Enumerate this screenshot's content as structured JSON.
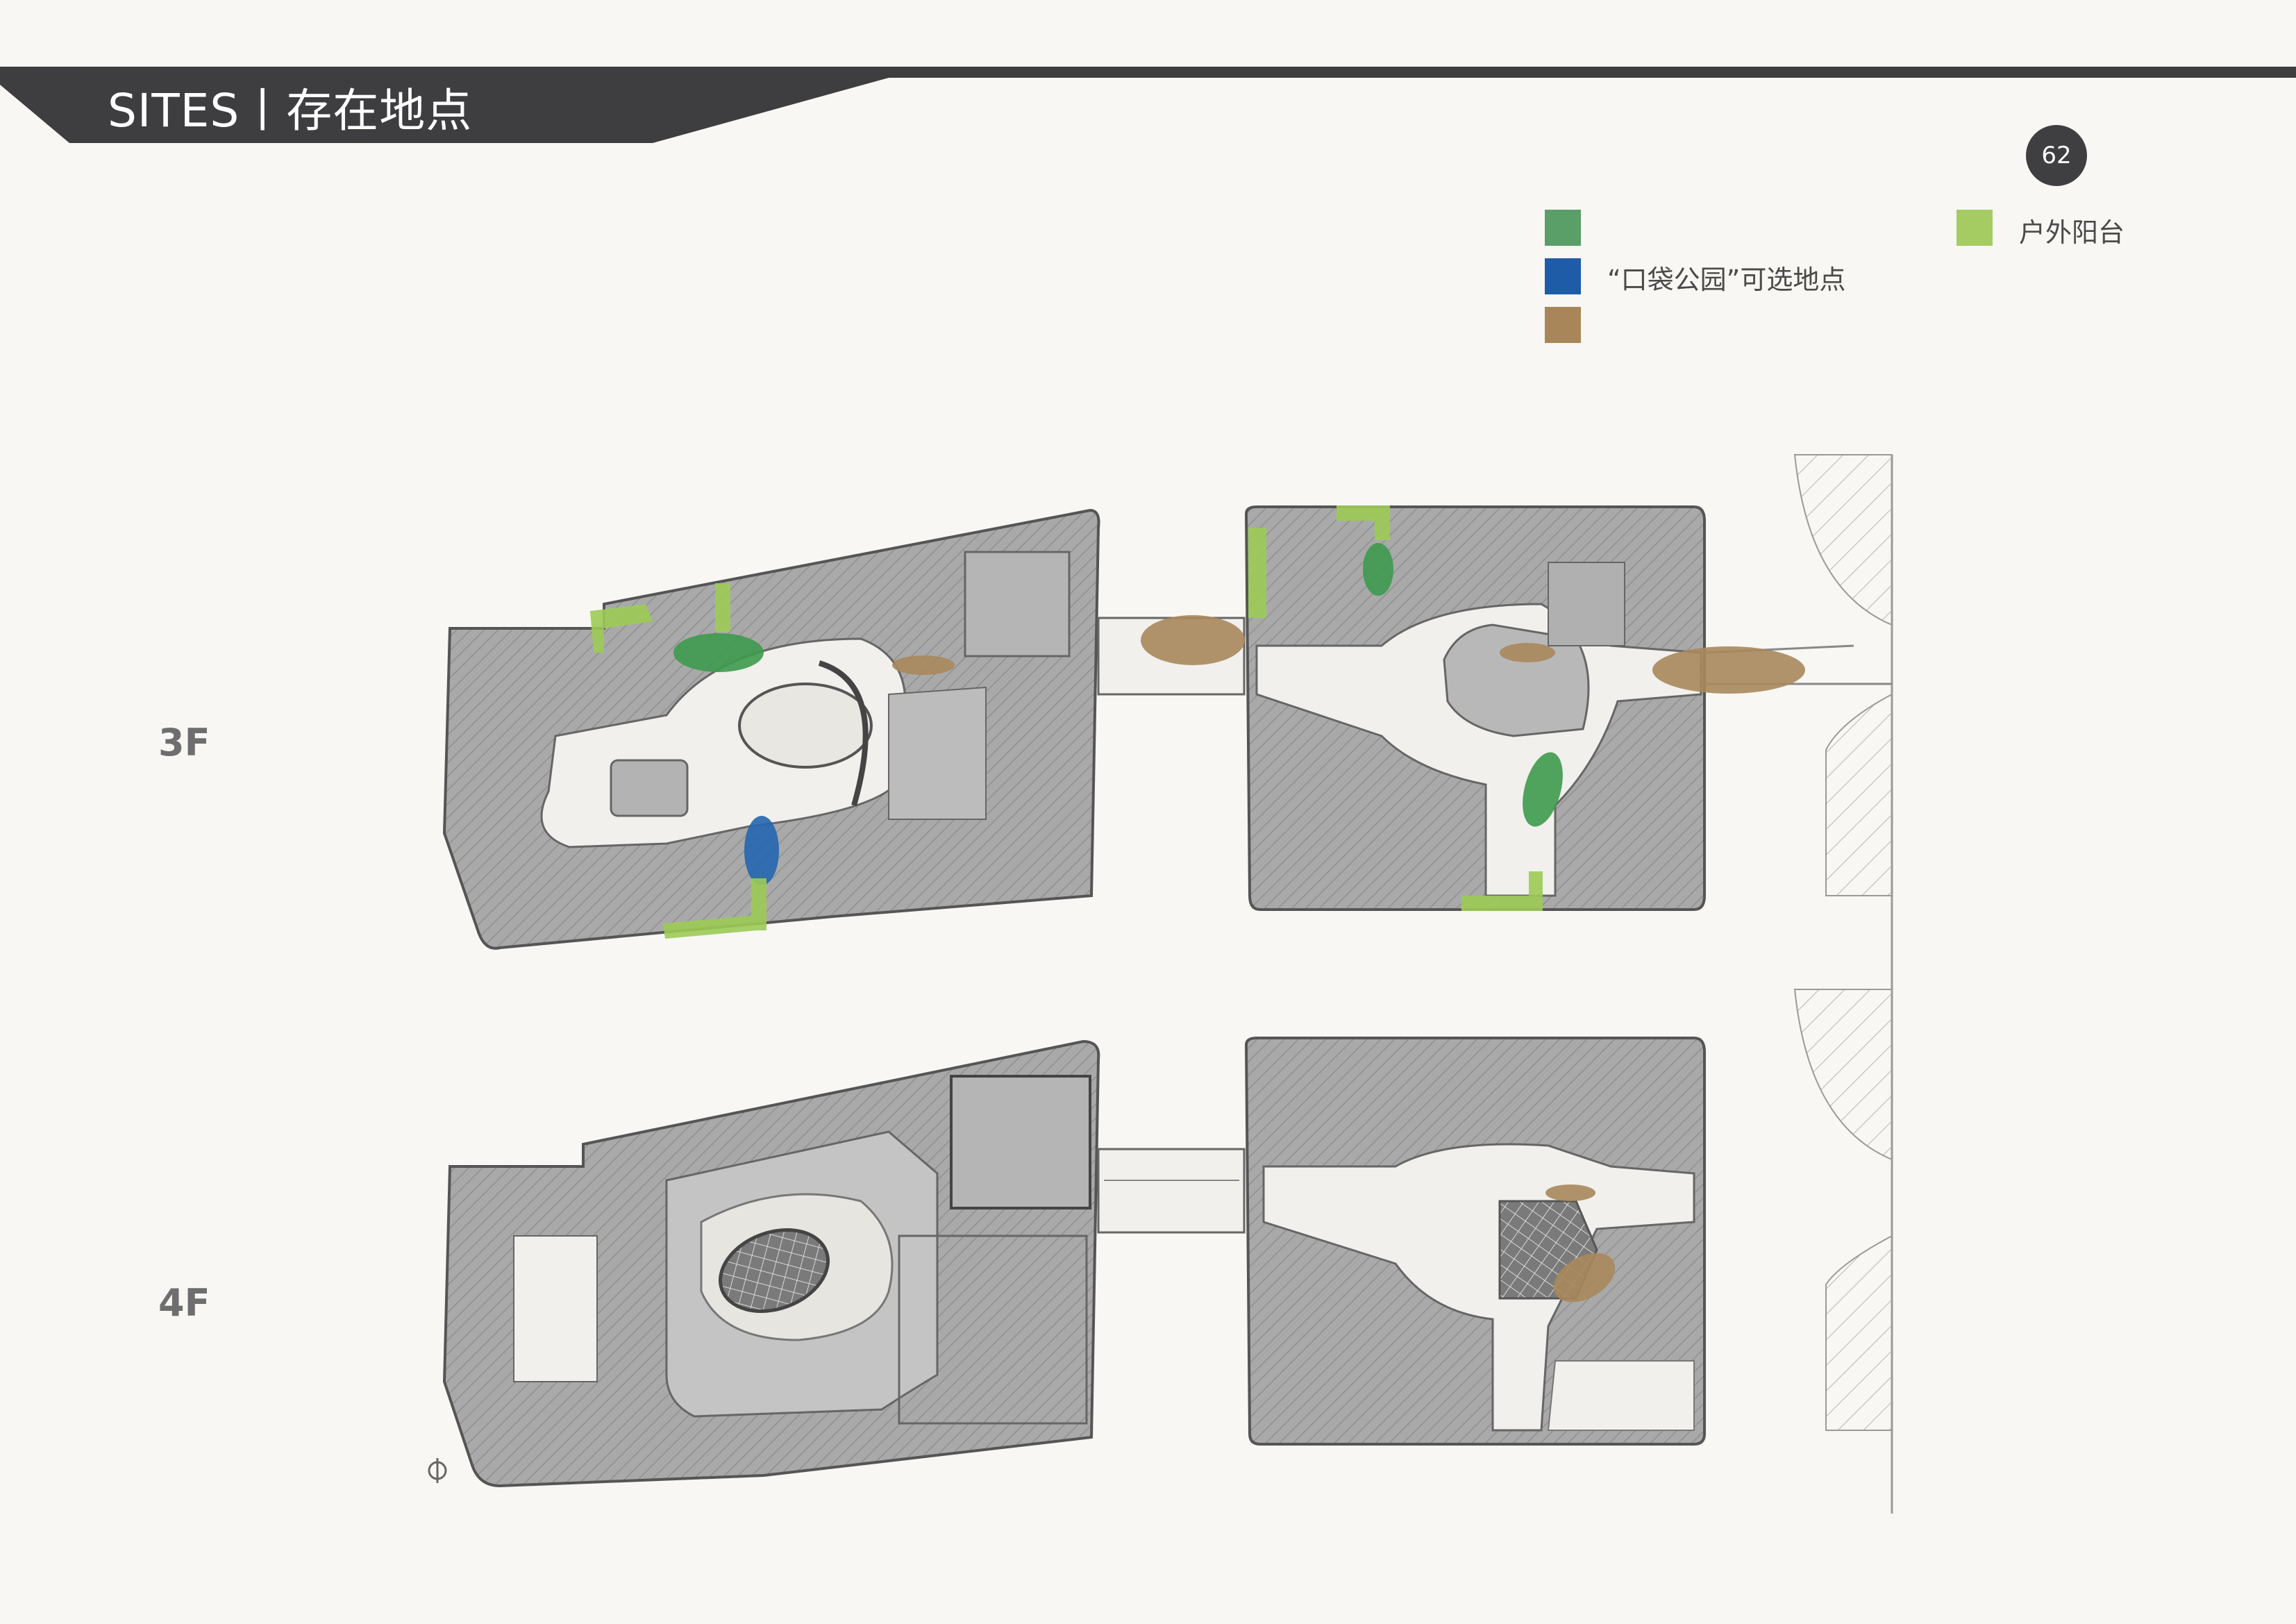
{
  "header": {
    "title": "SITES丨存在地点"
  },
  "page_number": "62",
  "legend": {
    "items": [
      {
        "color": "#5a9e68",
        "label": ""
      },
      {
        "color": "#1f5ca8",
        "label": "“口袋公园”可选地点"
      },
      {
        "color": "#a8865a",
        "label": ""
      },
      {
        "color": "#a5cc62",
        "label": "户外阳台"
      }
    ]
  },
  "floors": [
    {
      "label": "3F"
    },
    {
      "label": "4F"
    }
  ],
  "colors": {
    "header_band": "#3e3e41",
    "plan_fill": "#a8a8a8",
    "corridor": "#f1f0ec",
    "green_zone": "#3d9a4e",
    "blue_zone": "#2466b0",
    "brown_zone": "#a8875c",
    "balcony": "#9ccb55"
  }
}
